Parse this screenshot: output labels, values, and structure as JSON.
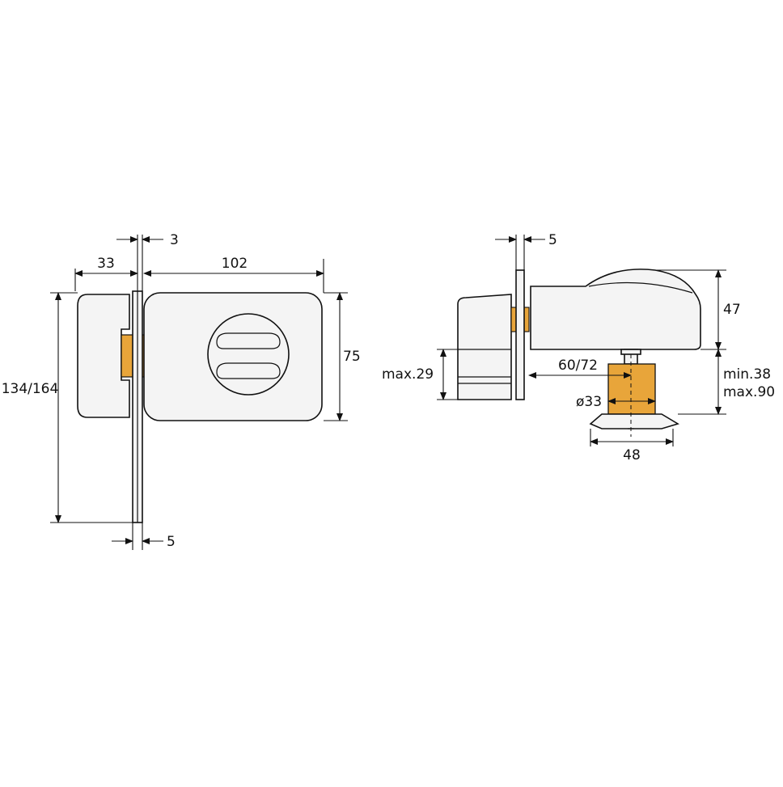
{
  "dimensions": {
    "front_latch_width": "33",
    "front_gap": "3",
    "front_body_width": "102",
    "front_body_height": "75",
    "front_total_height": "134/164",
    "front_plate_thickness": "5",
    "side_plate_thickness": "5",
    "side_height": "47",
    "side_latch_height": "max.29",
    "side_bolt_length": "60/72",
    "side_cylinder_diameter": "ø33",
    "side_door_min": "min.38",
    "side_door_max": "max.90",
    "side_rosette_width": "48"
  },
  "colors": {
    "line": "#111111",
    "body_fill": "#f4f4f4",
    "brass": "#e8a53a"
  }
}
